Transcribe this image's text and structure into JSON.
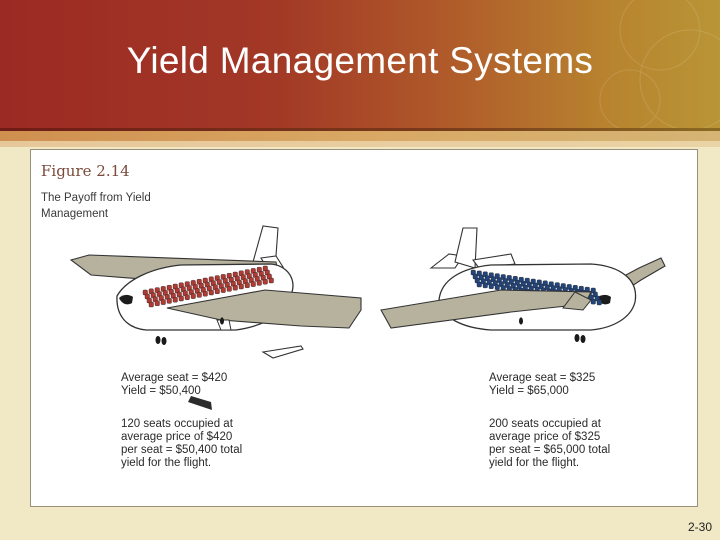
{
  "slide": {
    "title": "Yield Management Systems",
    "page_number": "2-30"
  },
  "figure": {
    "number": "Figure 2.14",
    "caption": "The Payoff from Yield Management",
    "left": {
      "line1": "Average seat = $420",
      "line2": "Yield = $50,400",
      "desc1": "120 seats occupied at",
      "desc2": "average price of $420",
      "desc3": "per seat = $50,400 total",
      "desc4": "yield for the flight.",
      "seat_color": "#b23a33"
    },
    "right": {
      "line1": "Average seat = $325",
      "line2": "Yield = $65,000",
      "desc1": "200 seats occupied at",
      "desc2": "average price of $325",
      "desc3": "per seat = $65,000 total",
      "desc4": "yield for the flight.",
      "seat_color": "#23457e"
    }
  },
  "colors": {
    "header_red": "#9c2a24",
    "header_gold": "#b99536",
    "wing": "#b6b29e",
    "panel_background": "#ffffff"
  }
}
